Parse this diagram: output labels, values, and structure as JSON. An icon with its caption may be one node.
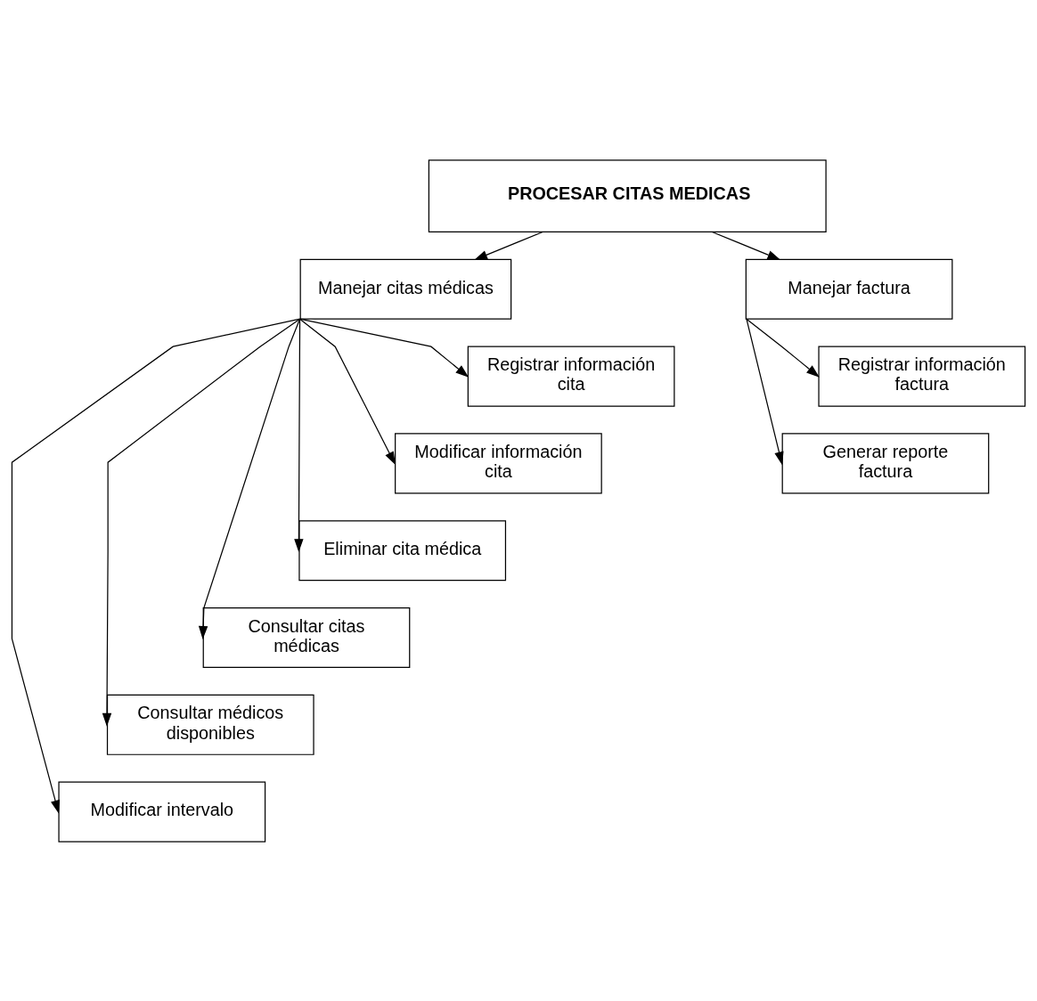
{
  "diagram": {
    "nodes": [
      {
        "text": [
          "PROCESAR CITAS MEDICAS"
        ]
      },
      {
        "text": [
          "Manejar citas médicas"
        ]
      },
      {
        "text": [
          "Manejar factura"
        ]
      },
      {
        "text": [
          "Registrar información cita"
        ]
      },
      {
        "text": [
          "Modificar información cita"
        ]
      },
      {
        "text": [
          "Eliminar cita médica"
        ]
      },
      {
        "text": [
          "Consultar citas médicas"
        ]
      },
      {
        "text": [
          "Consultar médicos disponibles"
        ]
      },
      {
        "text": [
          "Modificar intervalo"
        ]
      },
      {
        "text": [
          "Registrar información factura"
        ]
      },
      {
        "text": [
          "Generar reporte factura"
        ]
      }
    ],
    "edges": [
      {
        "from": 0,
        "to": 1,
        "arrow": "to"
      },
      {
        "from": 0,
        "to": 2,
        "arrow": "to"
      },
      {
        "from": 1,
        "to": 3,
        "arrow": "to"
      },
      {
        "from": 1,
        "to": 4,
        "arrow": "to"
      },
      {
        "from": 1,
        "to": 5,
        "arrow": "to"
      },
      {
        "from": 1,
        "to": 6,
        "arrow": "to"
      },
      {
        "from": 1,
        "to": 7,
        "arrow": "to"
      },
      {
        "from": 1,
        "to": 8,
        "arrow": "to"
      },
      {
        "from": 2,
        "to": 9,
        "arrow": "to"
      },
      {
        "from": 2,
        "to": 10,
        "arrow": "to"
      }
    ]
  }
}
